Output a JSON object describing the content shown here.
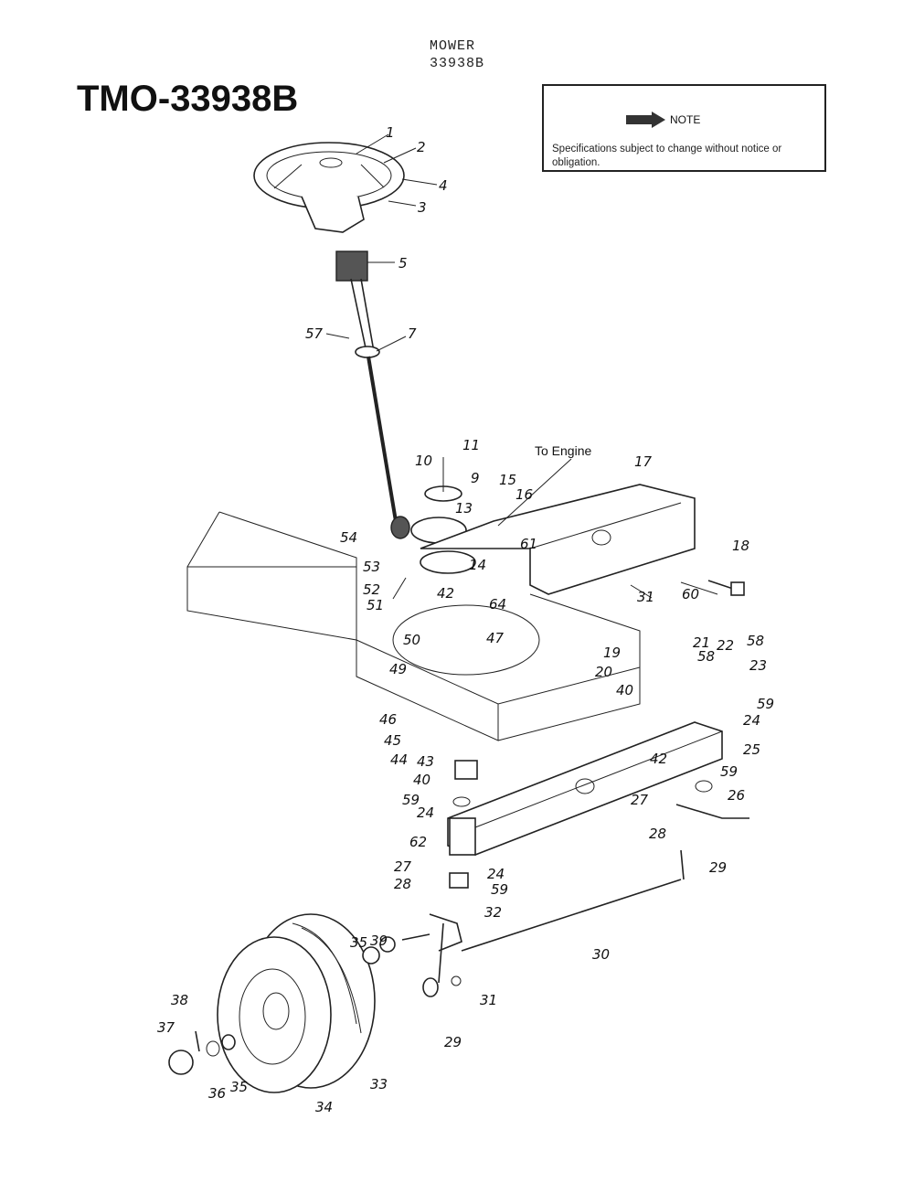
{
  "header": {
    "line1": "MOWER",
    "line2": "33938B"
  },
  "model_title": "TMO-33938B",
  "note": {
    "label": "NOTE",
    "text": "Specifications subject to change without notice or obligation."
  },
  "callouts": {
    "to_engine": "To Engine",
    "p1": "1",
    "p2": "2",
    "p3": "3",
    "p4": "4",
    "p5": "5",
    "p7": "7",
    "p9": "9",
    "p10": "10",
    "p11": "11",
    "p13": "13",
    "p14": "14",
    "p15": "15",
    "p16": "16",
    "p17": "17",
    "p18": "18",
    "p19": "19",
    "p20": "20",
    "p21": "21",
    "p22": "22",
    "p23": "23",
    "p24a": "24",
    "p24b": "24",
    "p24c": "24",
    "p25": "25",
    "p26": "26",
    "p27a": "27",
    "p27b": "27",
    "p28a": "28",
    "p28b": "28",
    "p29a": "29",
    "p29b": "29",
    "p30": "30",
    "p31a": "31",
    "p31b": "31",
    "p32": "32",
    "p33": "33",
    "p34": "34",
    "p35a": "35",
    "p35b": "35",
    "p36": "36",
    "p37": "37",
    "p38": "38",
    "p39": "39",
    "p40a": "40",
    "p40b": "40",
    "p42a": "42",
    "p42b": "42",
    "p43": "43",
    "p44": "44",
    "p45": "45",
    "p46": "46",
    "p47": "47",
    "p49": "49",
    "p50": "50",
    "p51": "51",
    "p52": "52",
    "p53": "53",
    "p54": "54",
    "p57": "57",
    "p58a": "58",
    "p58b": "58",
    "p59a": "59",
    "p59b": "59",
    "p59c": "59",
    "p59d": "59",
    "p60": "60",
    "p61": "61",
    "p62": "62",
    "p64": "64"
  }
}
